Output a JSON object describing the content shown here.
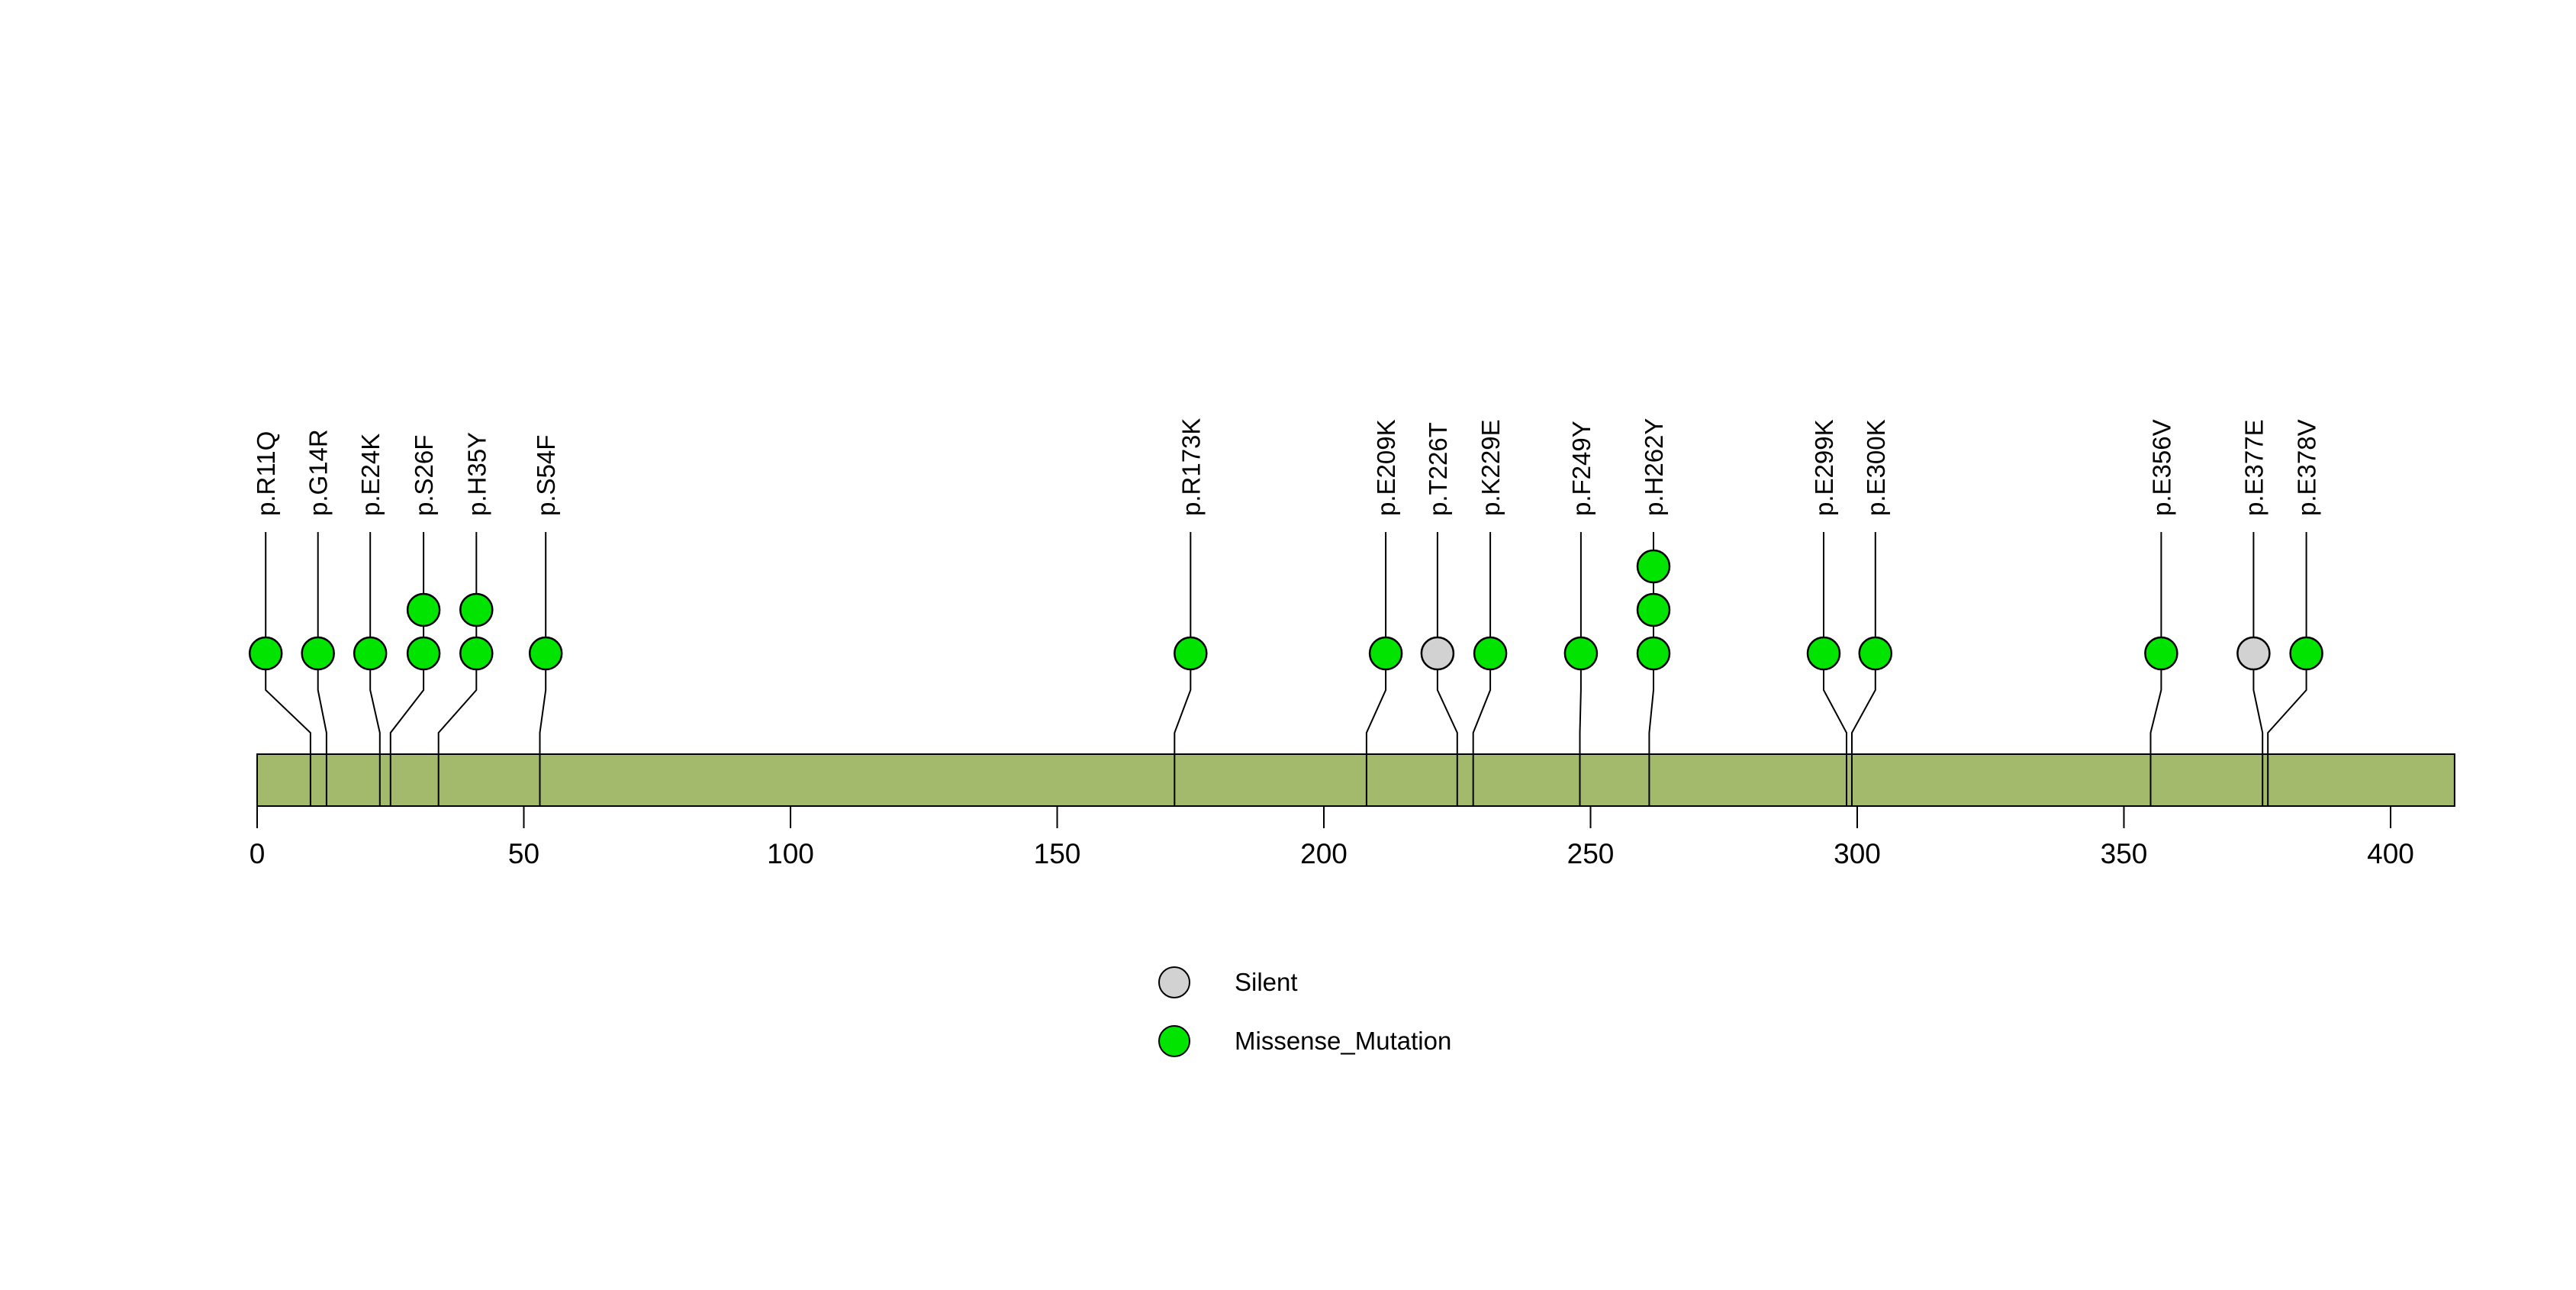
{
  "page": {
    "background_color": "#ffffff"
  },
  "chart_data": {
    "type": "lollipop",
    "title": "",
    "xlabel": "",
    "ylabel": "",
    "grid": false,
    "x_axis": {
      "min": 0,
      "max": 400,
      "tick_interval": 50,
      "tick_labels": [
        "0",
        "50",
        "100",
        "150",
        "200",
        "250",
        "300",
        "350",
        "400"
      ]
    },
    "protein_bar": {
      "start": 0,
      "end": 412,
      "color": "#A3B96C",
      "border_color": "#000000"
    },
    "mutation_classes": [
      {
        "name": "Silent",
        "color": "#D2D2D2"
      },
      {
        "name": "Missense_Mutation",
        "color": "#00E400"
      }
    ],
    "mutations": [
      {
        "label": "p.R11Q",
        "position": 11,
        "count": 1,
        "class": "Missense_Mutation",
        "label_column": 2.6
      },
      {
        "label": "p.G14R",
        "position": 14,
        "count": 1,
        "class": "Missense_Mutation",
        "label_column": 12.4
      },
      {
        "label": "p.E24K",
        "position": 24,
        "count": 1,
        "class": "Missense_Mutation",
        "label_column": 22.2
      },
      {
        "label": "p.S26F",
        "position": 26,
        "count": 2,
        "class": "Missense_Mutation",
        "label_column": 32.2
      },
      {
        "label": "p.H35Y",
        "position": 35,
        "count": 2,
        "class": "Missense_Mutation",
        "label_column": 42.1
      },
      {
        "label": "p.S54F",
        "position": 54,
        "count": 1,
        "class": "Missense_Mutation",
        "label_column": 55.1
      },
      {
        "label": "p.R173K",
        "position": 173,
        "count": 1,
        "class": "Missense_Mutation",
        "label_column": 176.0
      },
      {
        "label": "p.E209K",
        "position": 209,
        "count": 1,
        "class": "Missense_Mutation",
        "label_column": 212.6
      },
      {
        "label": "p.T226T",
        "position": 226,
        "count": 1,
        "class": "Silent",
        "label_column": 222.3
      },
      {
        "label": "p.K229E",
        "position": 229,
        "count": 1,
        "class": "Missense_Mutation",
        "label_column": 232.2
      },
      {
        "label": "p.F249Y",
        "position": 249,
        "count": 1,
        "class": "Missense_Mutation",
        "label_column": 249.2
      },
      {
        "label": "p.H262Y",
        "position": 262,
        "count": 3,
        "class": "Missense_Mutation",
        "label_column": 262.8
      },
      {
        "label": "p.E299K",
        "position": 299,
        "count": 1,
        "class": "Missense_Mutation",
        "label_column": 294.7
      },
      {
        "label": "p.E300K",
        "position": 300,
        "count": 1,
        "class": "Missense_Mutation",
        "label_column": 304.4
      },
      {
        "label": "p.E356V",
        "position": 356,
        "count": 1,
        "class": "Missense_Mutation",
        "label_column": 358.0
      },
      {
        "label": "p.E377E",
        "position": 377,
        "count": 1,
        "class": "Silent",
        "label_column": 375.3
      },
      {
        "label": "p.E378V",
        "position": 378,
        "count": 1,
        "class": "Missense_Mutation",
        "label_column": 385.2
      }
    ],
    "legend_position": "bottom-center",
    "style": {
      "stem_color": "#000000",
      "text_color": "#000000",
      "label_rotation_degrees": 90
    }
  }
}
